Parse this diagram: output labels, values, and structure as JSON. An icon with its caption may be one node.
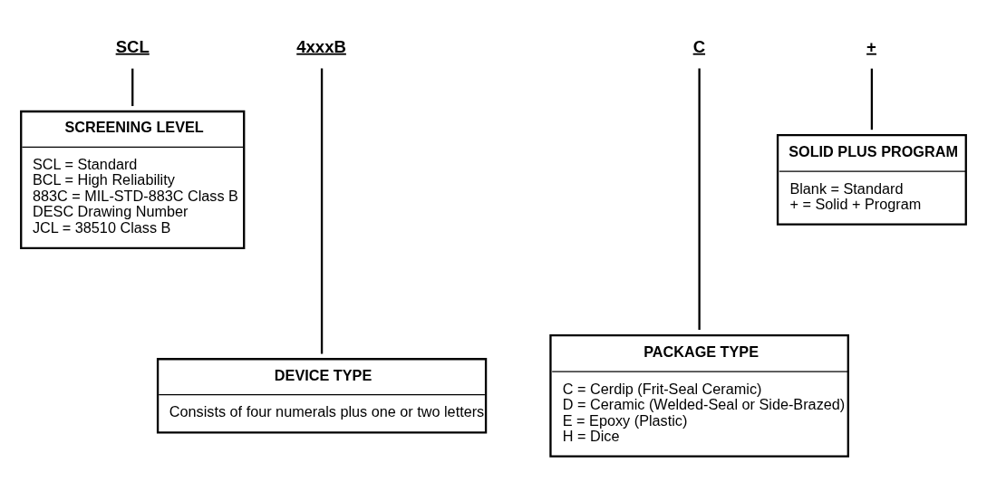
{
  "diagram": {
    "nodes": [
      {
        "text": [
          "SCL"
        ]
      },
      {
        "text": [
          "4xxxB"
        ]
      },
      {
        "text": [
          "C"
        ]
      },
      {
        "text": [
          "+"
        ]
      },
      {
        "text": [
          "SCREENING LEVEL",
          "SCL = Standard",
          "BCL = High Reliability",
          "883C = MIL-STD-883C Class B",
          "DESC Drawing Number",
          "JCL = 38510 Class B"
        ]
      },
      {
        "text": [
          "SOLID PLUS PROGRAM",
          "Blank = Standard",
          "+ = Solid + Program"
        ]
      },
      {
        "text": [
          "DEVICE TYPE",
          "Consists of four numerals plus one or two letters"
        ]
      },
      {
        "text": [
          "PACKAGE TYPE",
          "C = Cerdip (Frit-Seal Ceramic)",
          "D = Ceramic (Welded-Seal or Side-Brazed)",
          "E = Epoxy (Plastic)",
          "H = Dice"
        ]
      }
    ],
    "edges": [
      {
        "from": 0,
        "to": 4,
        "arrow": "none"
      },
      {
        "from": 1,
        "to": 6,
        "arrow": "none"
      },
      {
        "from": 2,
        "to": 7,
        "arrow": "none"
      },
      {
        "from": 3,
        "to": 5,
        "arrow": "none"
      }
    ]
  }
}
